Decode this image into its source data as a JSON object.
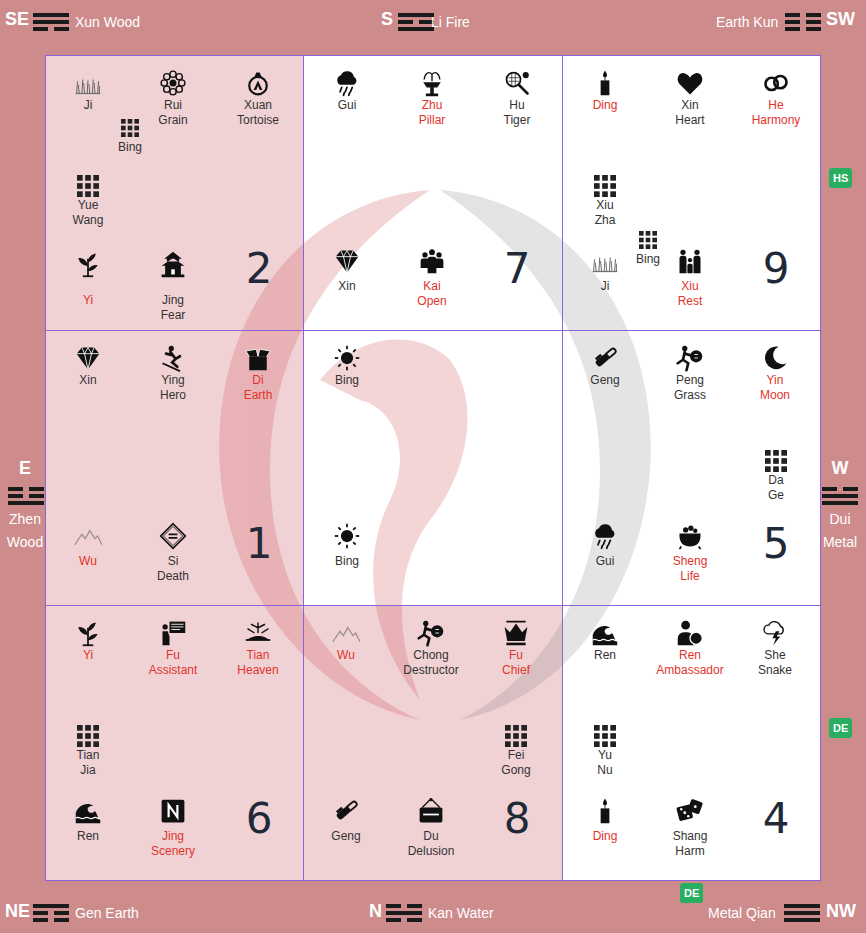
{
  "diagram": {
    "nodes": [
      {
        "text": [
          "Ji",
          "Rui Grain",
          "Xuan Tortoise",
          "Bing",
          "Yue Wang",
          "Yi",
          "Jing Fear",
          "2"
        ]
      },
      {
        "text": [
          "Gui",
          "Zhu Pillar",
          "Hu Tiger",
          "Xin",
          "Kai Open",
          "7"
        ]
      },
      {
        "text": [
          "Ding",
          "Xin Heart",
          "He Harmony",
          "Xiu Zha",
          "Bing",
          "Ji",
          "Xiu Rest",
          "9"
        ]
      },
      {
        "text": [
          "Xin",
          "Ying Hero",
          "Di Earth",
          "Wu",
          "Si Death",
          "1"
        ]
      },
      {
        "text": [
          "Bing",
          "Bing"
        ]
      },
      {
        "text": [
          "Geng",
          "Peng Grass",
          "Yin Moon",
          "Da Ge",
          "Gui",
          "Sheng Life",
          "5"
        ]
      },
      {
        "text": [
          "Yi",
          "Fu Assistant",
          "Tian Heaven",
          "Tian Jia",
          "Ren",
          "Jing Scenery",
          "6"
        ]
      },
      {
        "text": [
          "Wu",
          "Chong Destructor",
          "Fu Chief",
          "Fei Gong",
          "Geng",
          "Du Delusion",
          "8"
        ]
      },
      {
        "text": [
          "Ren",
          "Ren Ambassador",
          "She Snake",
          "Yu Nu",
          "Ding",
          "Shang Harm",
          "4"
        ]
      }
    ],
    "labels": [
      "SE",
      "Xun Wood",
      "S",
      "Li Fire",
      "Earth Kun",
      "SW",
      "E",
      "Zhen Wood",
      "W",
      "Dui Metal",
      "NE",
      "Gen Earth",
      "N",
      "Kan Water",
      "Metal Qian",
      "NW",
      "HS",
      "DE",
      "DE"
    ]
  }
}
